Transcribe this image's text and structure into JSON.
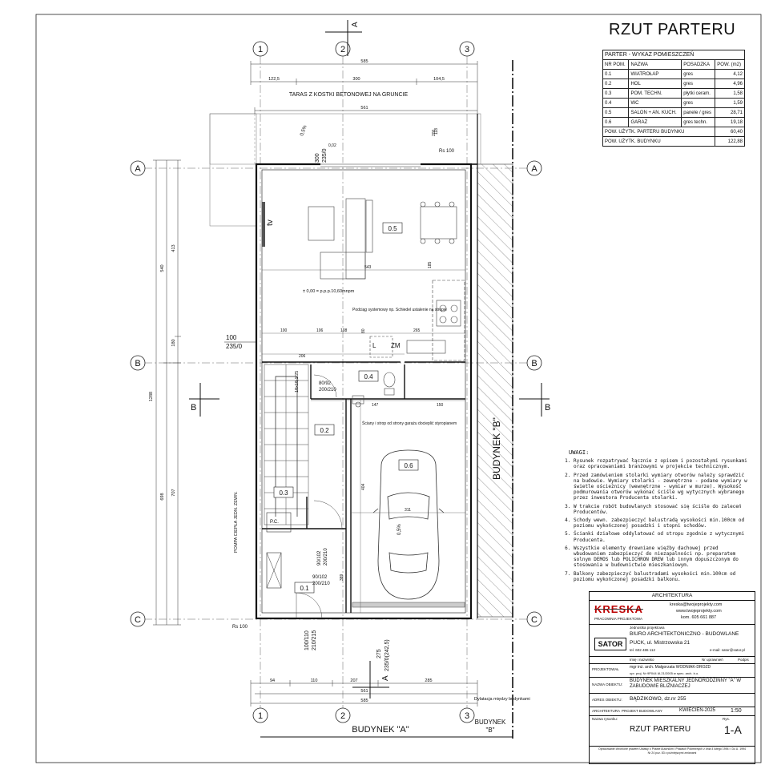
{
  "sheet": {
    "title": "RZUT PARTERU"
  },
  "rooms_table": {
    "caption": "PARTER - WYKAZ POMIESZCZEŃ",
    "headers": [
      "NR POM.",
      "NAZWA",
      "POSADZKA",
      "POW. (m2)"
    ],
    "rows": [
      [
        "0.1",
        "WIATROŁAP",
        "gres",
        "4,12"
      ],
      [
        "0.2",
        "HOL",
        "gres",
        "4,96"
      ],
      [
        "0.3",
        "POM. TECHN.",
        "płytki ceram.",
        "1,58"
      ],
      [
        "0.4",
        "WC",
        "gres",
        "1,59"
      ],
      [
        "0.5",
        "SALON + AN. KUCH.",
        "panele / gres",
        "28,71"
      ],
      [
        "0.6",
        "GARAŻ",
        "gres techn.",
        "19,18"
      ]
    ],
    "total_floor_label": "POW. UŻYTK. PARTERU BUDYNKU",
    "total_floor_value": "60,40",
    "total_building_label": "POW. UŻYTK. BUDYNKU",
    "total_building_value": "122,88"
  },
  "plan": {
    "terrace_label": "TARAS Z KOSTKI BETONOWEJ NA GRUNCIE",
    "axes_numbers": [
      "1",
      "2",
      "3"
    ],
    "axes_letters": [
      "A",
      "B",
      "C"
    ],
    "top_dims": {
      "overall": "585",
      "d1": "122,5",
      "d2": "300",
      "d3": "104,5",
      "inner": "561"
    },
    "bottom_dims": {
      "d1": "94",
      "d2": "110",
      "d3": "207",
      "d4": "285",
      "inner": "561",
      "overall": "585"
    },
    "left_dims": {
      "total": "1288",
      "upper": "540",
      "mid": "413",
      "h180": "180",
      "lower": "698",
      "l707": "707"
    },
    "room_labels": [
      "0.1",
      "0.2",
      "0.3",
      "0.4",
      "0.5",
      "0.6"
    ],
    "tv_label": "tv",
    "slope_labels": [
      "0,5%",
      "0,5%"
    ],
    "level_label": "± 0,00 = p.p.p.10,60mnpm",
    "beam_note": "Podciąg systemowy np. Schiedel ustalenie na stropie",
    "fire_note": "Ściany i strop od strony garażu docieplić styropianem",
    "stairs_label": "18x18,1/25",
    "door_labels": [
      "80/92",
      "200/210",
      "90/102",
      "200/210",
      "90/102",
      "200/210",
      "100/110",
      "210/215"
    ],
    "window_label": "100",
    "window_label2": "235/0",
    "rs_labels": [
      "Rs 100",
      "Rs 100"
    ],
    "heat_pump_label": "POMPA CIEPŁA JEDN. ZEWN.",
    "pc_label": "P.C.",
    "zm_label": "ZM",
    "l_label": "L",
    "section_labels": [
      "A",
      "A",
      "B",
      "B"
    ],
    "dim_misc": [
      "543",
      "300",
      "235/0",
      "200",
      "185",
      "265",
      "150",
      "147",
      "106",
      "108",
      "206",
      "311",
      "404",
      "389",
      "275",
      "235/0(242,5)",
      "0,02",
      "100",
      "118",
      "80"
    ],
    "building_a": "BUDYNEK \"A\"",
    "building_b_short": "BUDYNEK",
    "building_b_short2": "\"B\"",
    "building_b_vertical": "BUDYNEK \"B\"",
    "dilatation_note": "Dylatacja między budynkami"
  },
  "notes": {
    "heading": "UWAGI:",
    "items": [
      "Rysunek rozpatrywać łącznie z opisem i pozostałymi rysunkami oraz opracowaniami branżowymi w projekcie technicznym.",
      "Przed zamówieniem stolarki wymiary otworów należy sprawdzić na budowie. Wymiary stolarki - zewnętrzne - podane wymiary w świetle ościeżnicy (wewnętrzne - wymiar w murze). Wysokość podmurowania otworów wykonać ściśle wg wytycznych wybranego przez inwestora Producenta stolarki.",
      "W trakcie robót budowlanych stosować się ściśle do zaleceń Producentów.",
      "Schody wewn. zabezpieczyć balustradą wysokości min.100cm od poziomu wykończonej posadzki i stopni schodów.",
      "Ścianki działowe oddylatować od stropu zgodnie z wytycznymi Producenta.",
      "Wszystkie elementy drewniane więźby dachowej przed wbudowaniem zabezpieczyć do niezapalności np. preparatem solnym DEMOS lub POLICHRON DREW lub innym dopuszczonym do stosowania w budownictwie mieszkaniowym.",
      "Balkony zabezpieczyć balustradami wysokości min.100cm od poziomu wykończonej posadzki balkonu."
    ]
  },
  "title_block": {
    "branch": "ARCHITEKTURA",
    "logo": "KRESKA",
    "logo_sub": "PRACOWNIA PROJEKTOWA",
    "email": "kreska@twojeprojekty.com",
    "web": "www.twojeprojekty.com",
    "phone": "kom. 605 661 887",
    "unit_label": "Jednostka projektowa",
    "company": "BIURO ARCHITEKTONICZNO - BUDOWLANE",
    "sator": "SATOR",
    "address": "PUCK, ul. Mistrzowska 21",
    "tel": "tel. 602 486 112",
    "company_email": "e-mail: sator@sator.pl",
    "col_name": "Imię i nazwisko",
    "col_rights": "Nr uprawnień",
    "col_sign": "Podpis",
    "designer_role": "PROJEKTOWAŁ",
    "designer": "mgr inż. arch. Małgorzata WODNIAK-DROZD",
    "designer_rights": "upr. proj. Nr 9P044 IA 21/2005 w spec. arch. b.o.",
    "object_label": "NAZWA OBIEKTU:",
    "object": "BUDYNEK MIESZKALNY JEDNORODZINNY \"A\" W ZABUDOWIE BLIŹNIACZEJ",
    "address_label": "ADRES OBIEKTU:",
    "object_address": "BĄDZIKOWO, dz.nr 255",
    "branch_label": "ARCHITEKTURA",
    "phase": "PROJEKT BUDOWLANY",
    "date": "KWIECIEŃ-2025",
    "scale": "1:50",
    "drawing_label": "Nazwa rysunku:",
    "drawing_no_label": "Rys.",
    "drawing_name": "RZUT PARTERU",
    "drawing_no": "1-A",
    "footer": "Opracowanie chronione prawem Ustawy o Prawie Autorskim i Prawach Pokrewnych z dnia 4 lutego 1994 r. Dz.U. 1994 Nr 24 poz. 83 z późniejszymi zmianami"
  }
}
